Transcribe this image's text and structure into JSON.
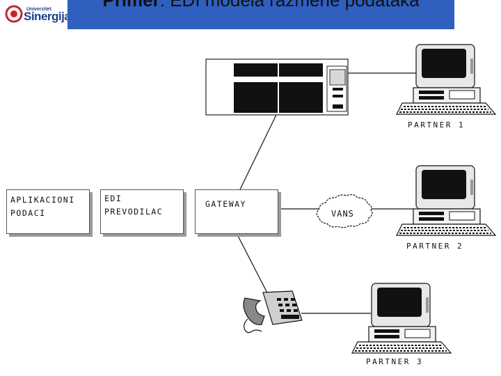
{
  "header": {
    "logo_small": "Univerzitet",
    "logo_big": "Sinergija",
    "title_bold": "Primer",
    "title_rest": ": EDI modela razmene podataka"
  },
  "diagram": {
    "box_app_line1": "APLIKACIONI",
    "box_app_line2": "PODACI",
    "box_edi_line1": "EDI",
    "box_edi_line2": "PREVODILAC",
    "box_gateway": "GATEWAY",
    "cloud_label": "VANS",
    "partner1": "PARTNER 1",
    "partner2": "PARTNER 2",
    "partner3": "PARTNER 3",
    "server_icon": "server-icon",
    "computer_icon": "computer-icon",
    "phone_icon": "telephone-icon"
  }
}
